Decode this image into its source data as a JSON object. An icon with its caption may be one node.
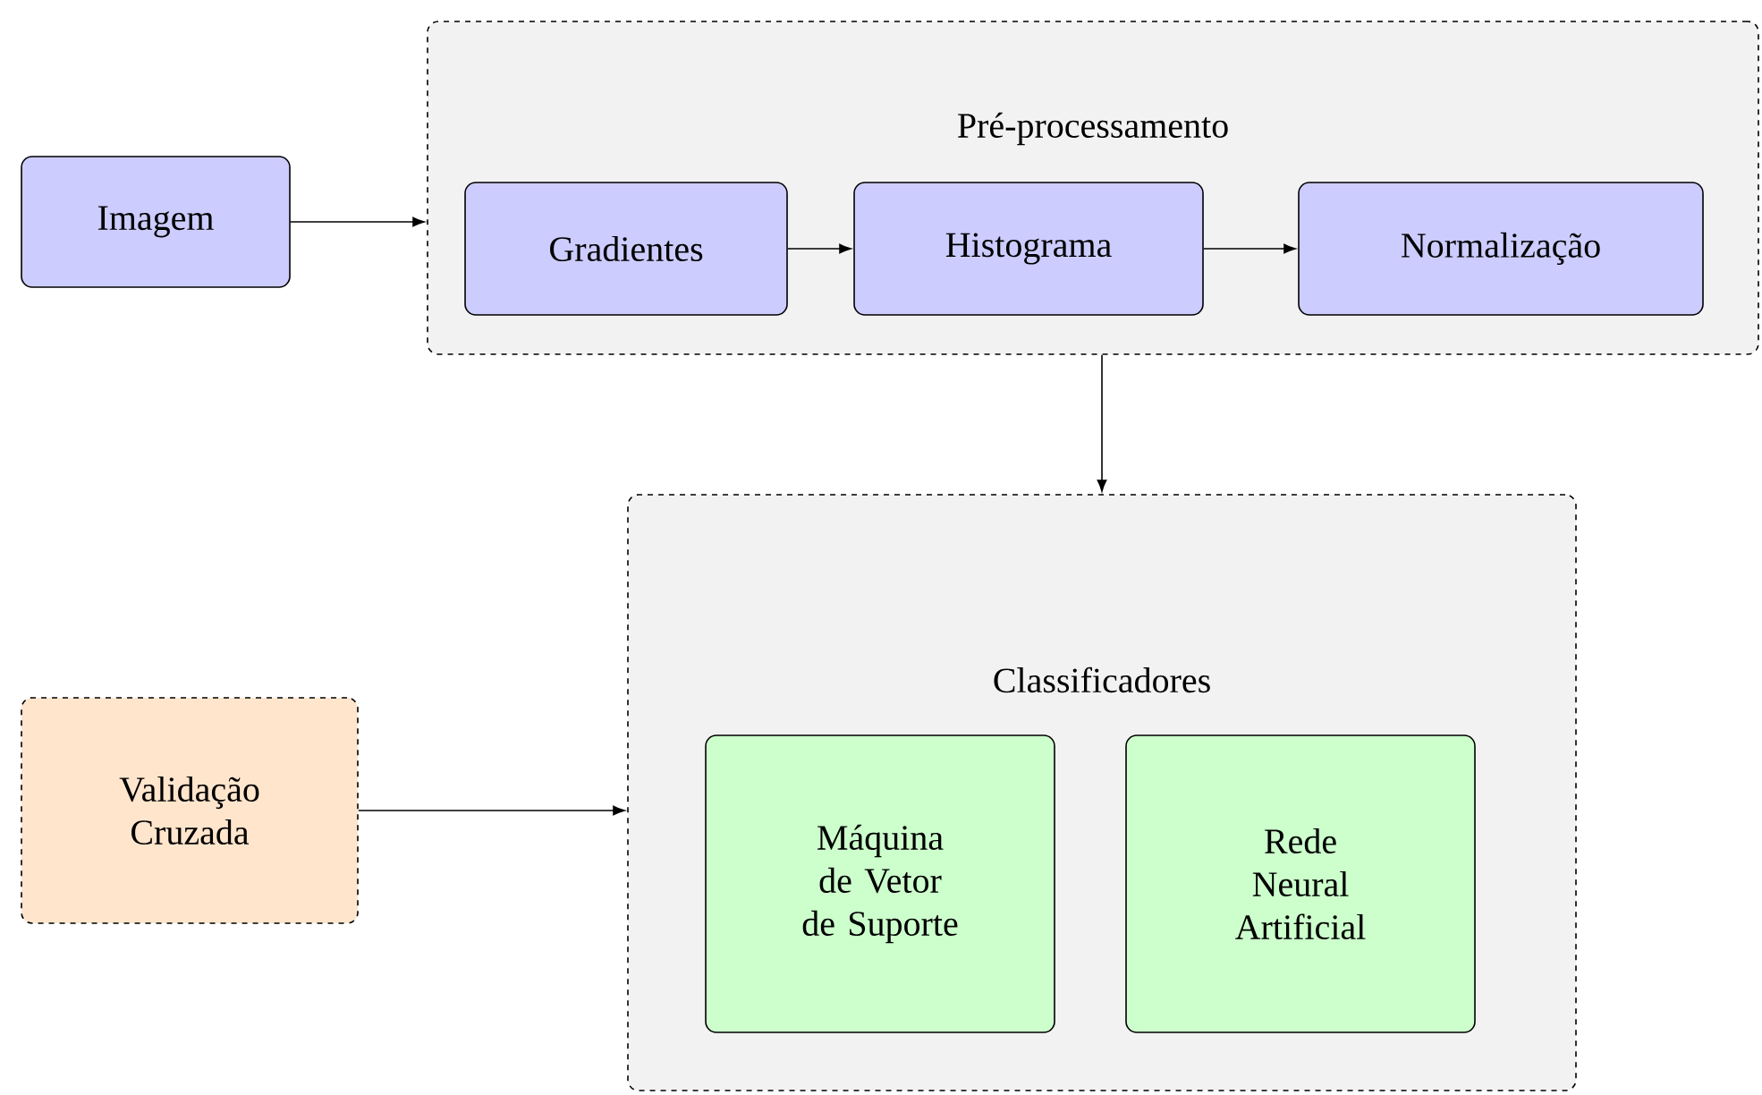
{
  "diagram": {
    "nodes": [
      {
        "text": [
          "Imagem"
        ]
      },
      {
        "text": [
          "Pré-processamento"
        ]
      },
      {
        "text": [
          "Gradientes"
        ],
        "in": 1
      },
      {
        "text": [
          "Histograma"
        ],
        "in": 1
      },
      {
        "text": [
          "Normalização"
        ],
        "in": 1
      },
      {
        "text": [
          "Validação Cruzada"
        ]
      },
      {
        "text": [
          "Classificadores"
        ]
      },
      {
        "text": [
          "Máquina de Vetor de Suporte"
        ],
        "in": 6
      },
      {
        "text": [
          "Rede Neural Artificial"
        ],
        "in": 6
      }
    ],
    "edges": [
      {
        "from": 0,
        "to": 1,
        "arrow": "to"
      },
      {
        "from": 2,
        "to": 3,
        "arrow": "to"
      },
      {
        "from": 3,
        "to": 4,
        "arrow": "to"
      },
      {
        "from": 1,
        "to": 6,
        "arrow": "to"
      },
      {
        "from": 5,
        "to": 6,
        "arrow": "to"
      }
    ]
  }
}
